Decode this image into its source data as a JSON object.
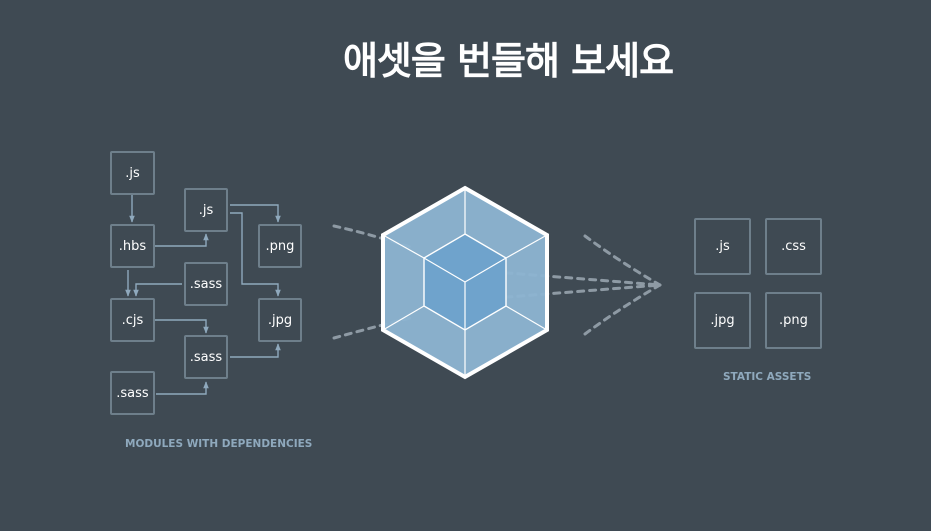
{
  "title": "애셋을 번들해 보세요",
  "modules": {
    "caption": "MODULES WITH DEPENDENCIES",
    "items": [
      {
        "id": "m-js-1",
        "label": ".js"
      },
      {
        "id": "m-hbs",
        "label": ".hbs"
      },
      {
        "id": "m-cjs",
        "label": ".cjs"
      },
      {
        "id": "m-sass-1",
        "label": ".sass"
      },
      {
        "id": "m-js-2",
        "label": ".js"
      },
      {
        "id": "m-sass-2",
        "label": ".sass"
      },
      {
        "id": "m-sass-3",
        "label": ".sass"
      },
      {
        "id": "m-png",
        "label": ".png"
      },
      {
        "id": "m-jpg",
        "label": ".jpg"
      }
    ]
  },
  "assets": {
    "caption": "STATIC ASSETS",
    "items": [
      {
        "id": "a-js",
        "label": ".js"
      },
      {
        "id": "a-css",
        "label": ".css"
      },
      {
        "id": "a-jpg",
        "label": ".jpg"
      },
      {
        "id": "a-png",
        "label": ".png"
      }
    ]
  },
  "colors": {
    "background": "#3f4a53",
    "box_border": "#6e7f8b",
    "arrow": "#8fa9bd",
    "caption": "#8fa9bd",
    "hexagon_outer": "#8db4d2",
    "hexagon_inner": "#6fa3cc",
    "hexagon_stroke": "#ffffff"
  },
  "icons": {
    "bundler": "webpack-cube-icon"
  }
}
